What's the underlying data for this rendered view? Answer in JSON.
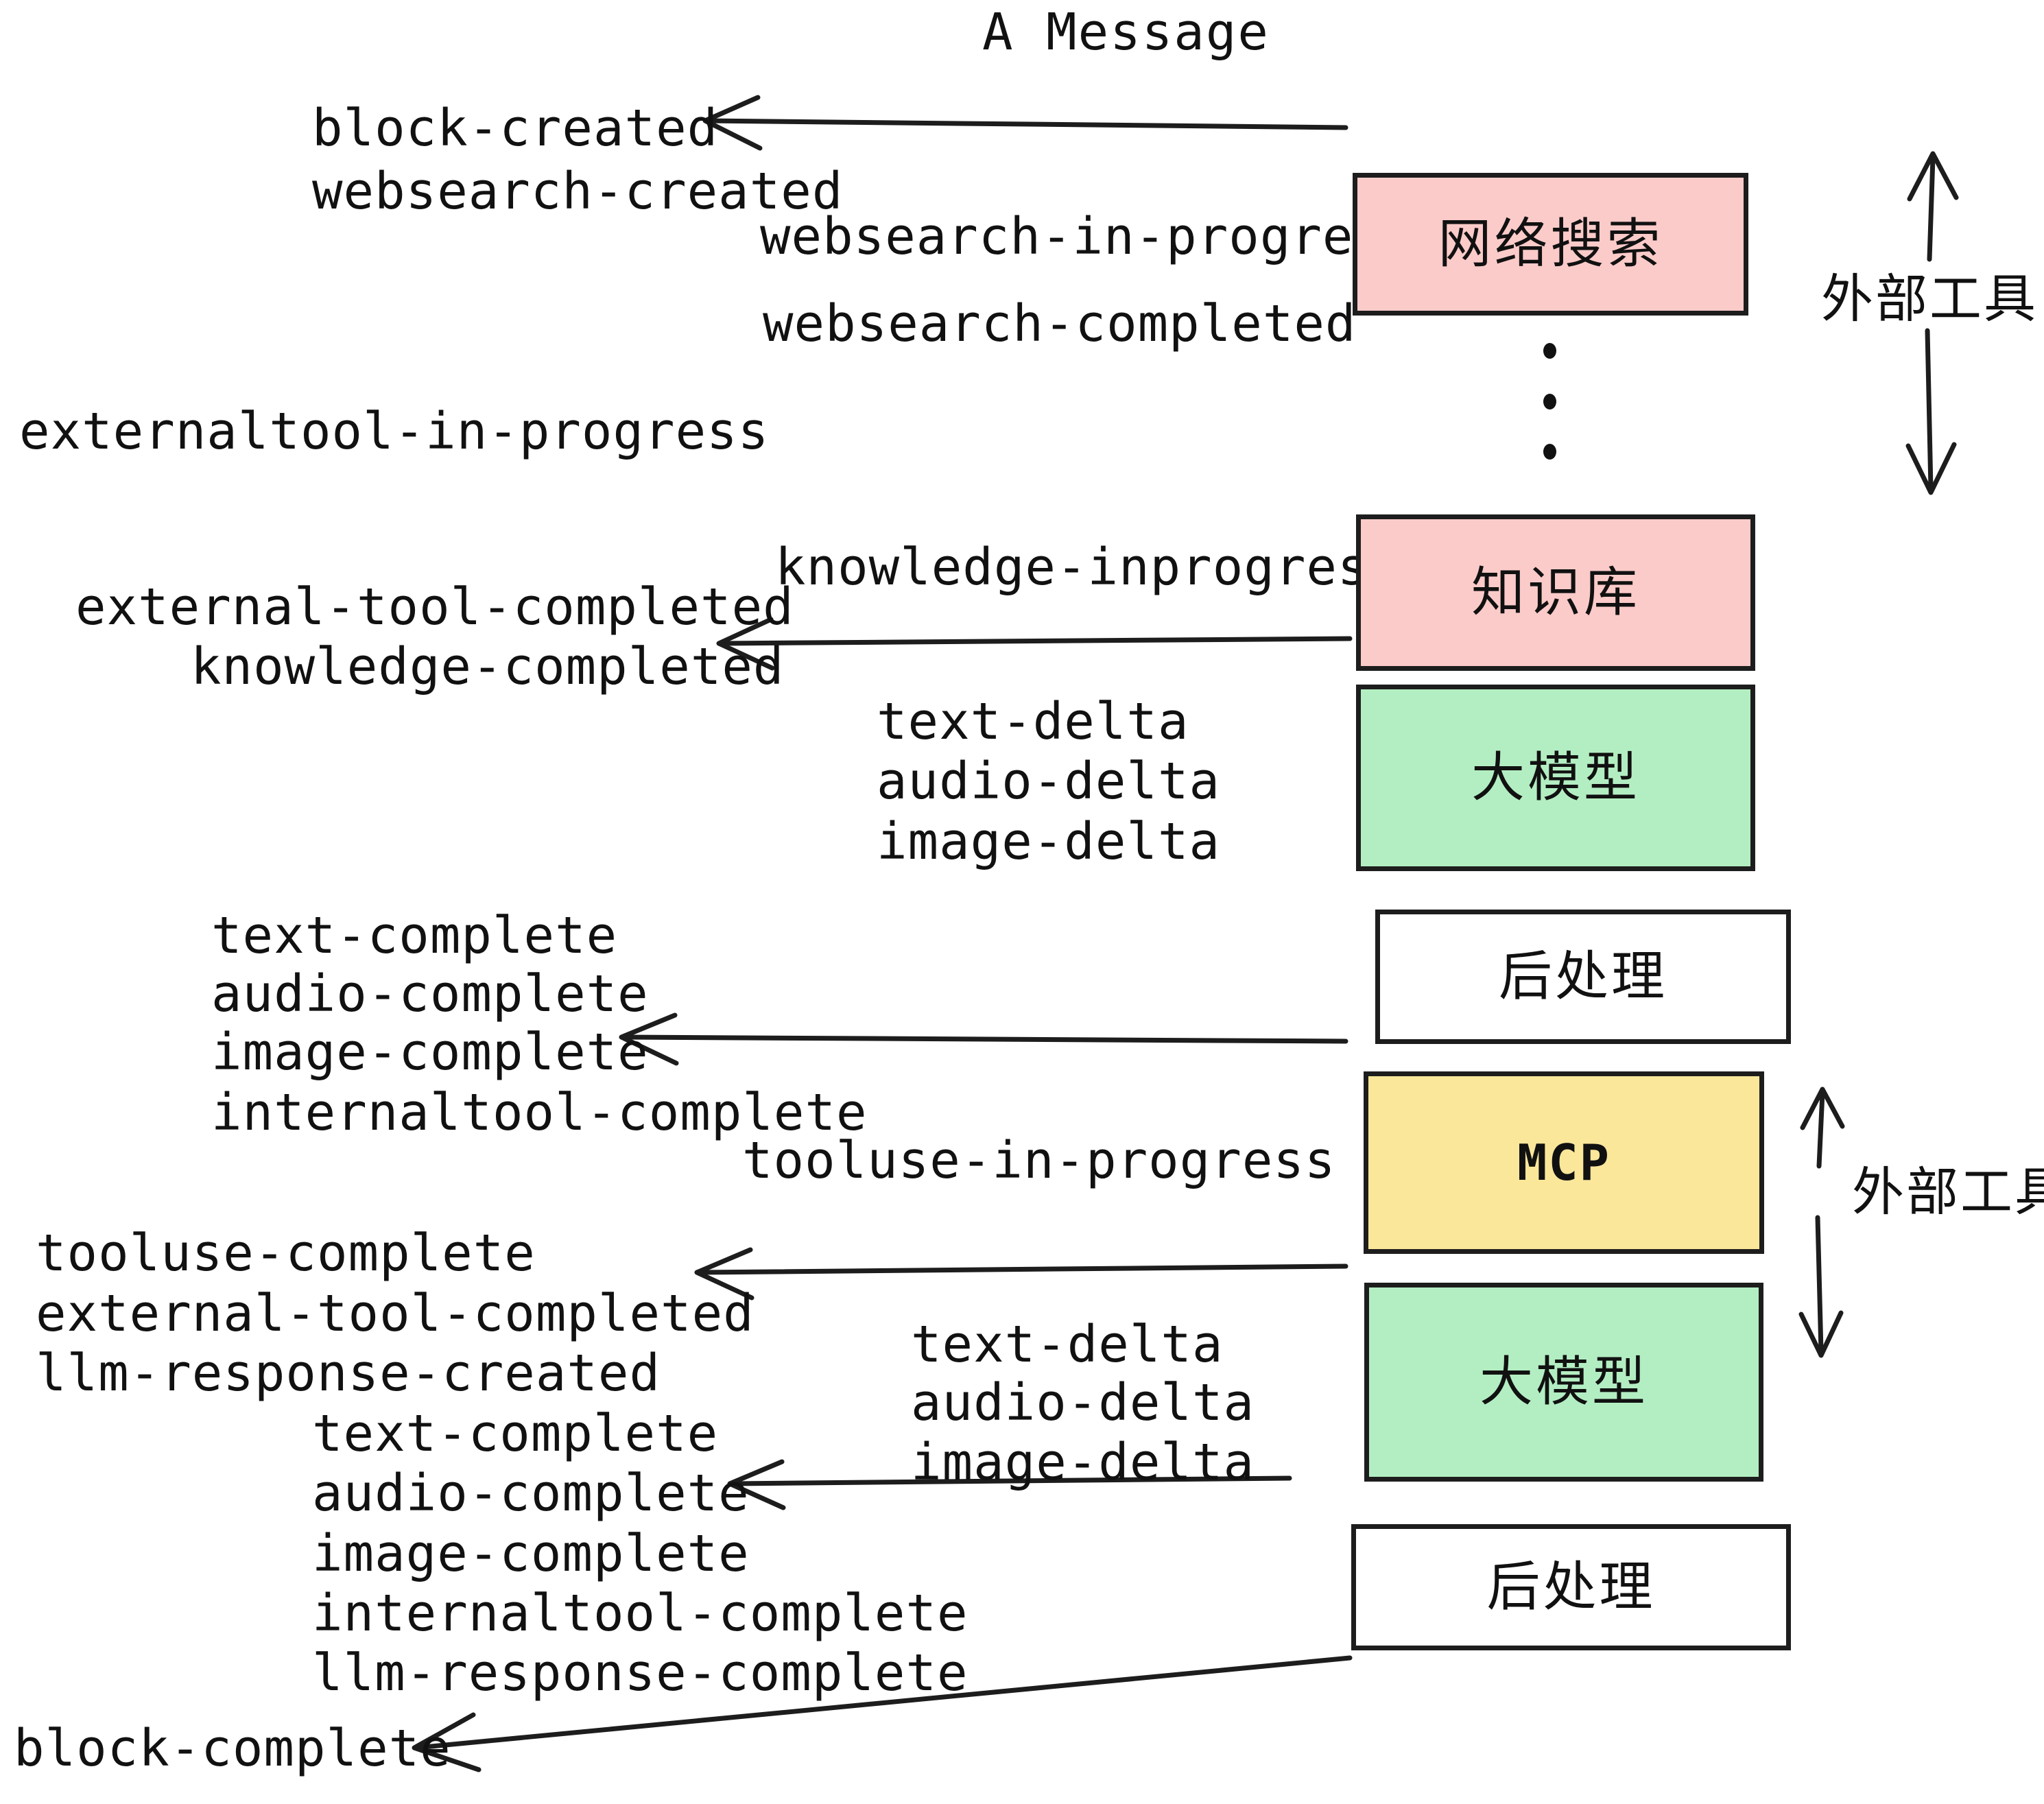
{
  "title": "A Message",
  "colors": {
    "pink": "#fbcbc9",
    "green": "#b3eec2",
    "yellow": "#fae79a",
    "white": "#ffffff",
    "stroke": "#1d1d1d",
    "text": "#111111"
  },
  "nodes": [
    {
      "key": "websearch",
      "label": "网络搜索",
      "fill": "#fbcbc9"
    },
    {
      "key": "knowledge",
      "label": "知识库",
      "fill": "#fbcbc9"
    },
    {
      "key": "llm1",
      "label": "大模型",
      "fill": "#b3eec2"
    },
    {
      "key": "post1",
      "label": "后处理",
      "fill": "#ffffff"
    },
    {
      "key": "mcp",
      "label": "MCP",
      "fill": "#fae79a"
    },
    {
      "key": "llm2",
      "label": "大模型",
      "fill": "#b3eec2"
    },
    {
      "key": "post2",
      "label": "后处理",
      "fill": "#ffffff"
    }
  ],
  "side_labels": [
    {
      "key": "external-tool-top",
      "label": "外部工具"
    },
    {
      "key": "external-tool-bottom",
      "label": "外部工具"
    }
  ],
  "events": [
    {
      "key": "block-created",
      "label": "block-created"
    },
    {
      "key": "websearch-created",
      "label": "websearch-created"
    },
    {
      "key": "websearch-in-progress",
      "label": "websearch-in-progress"
    },
    {
      "key": "websearch-completed",
      "label": "websearch-completed"
    },
    {
      "key": "externaltool-in-progress",
      "label": "externaltool-in-progress"
    },
    {
      "key": "knowledge-inprogress",
      "label": "knowledge-inprogress"
    },
    {
      "key": "external-tool-completed-1",
      "label": "external-tool-completed"
    },
    {
      "key": "knowledge-completed",
      "label": "knowledge-completed"
    },
    {
      "key": "text-delta-1",
      "label": "text-delta"
    },
    {
      "key": "audio-delta-1",
      "label": "audio-delta"
    },
    {
      "key": "image-delta-1",
      "label": "image-delta"
    },
    {
      "key": "text-complete-1",
      "label": "text-complete"
    },
    {
      "key": "audio-complete-1",
      "label": "audio-complete"
    },
    {
      "key": "image-complete-1",
      "label": "image-complete"
    },
    {
      "key": "internaltool-complete-1",
      "label": "internaltool-complete"
    },
    {
      "key": "tooluse-in-progress",
      "label": "tooluse-in-progress"
    },
    {
      "key": "tooluse-complete",
      "label": "tooluse-complete"
    },
    {
      "key": "external-tool-completed-2",
      "label": "external-tool-completed"
    },
    {
      "key": "llm-response-created",
      "label": "llm-response-created"
    },
    {
      "key": "text-delta-2",
      "label": "text-delta"
    },
    {
      "key": "audio-delta-2",
      "label": "audio-delta"
    },
    {
      "key": "image-delta-2",
      "label": "image-delta"
    },
    {
      "key": "text-complete-2",
      "label": "text-complete"
    },
    {
      "key": "audio-complete-2",
      "label": "audio-complete"
    },
    {
      "key": "image-complete-2",
      "label": "image-complete"
    },
    {
      "key": "internaltool-complete-2",
      "label": "internaltool-complete"
    },
    {
      "key": "llm-response-complete",
      "label": "llm-response-complete"
    },
    {
      "key": "block-complete",
      "label": "block-complete"
    }
  ]
}
